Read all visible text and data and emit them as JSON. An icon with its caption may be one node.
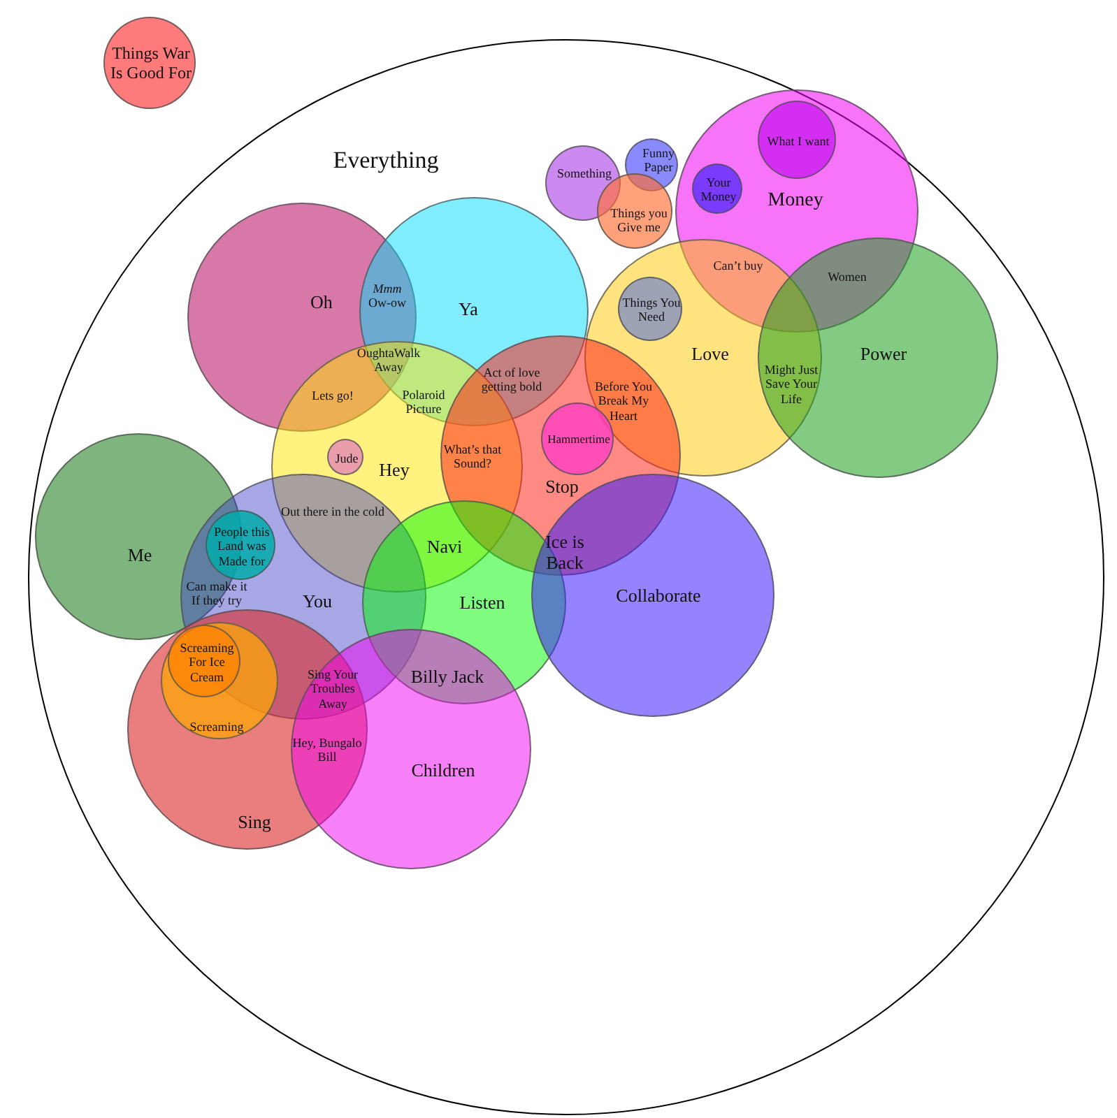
{
  "diagram": {
    "nodes": [
      {
        "text": [
          "Things War Is Good For"
        ]
      },
      {
        "text": [
          "Everything"
        ]
      },
      {
        "text": [
          "Money"
        ],
        "in": 1
      },
      {
        "text": [
          "What I want"
        ],
        "in": 2
      },
      {
        "text": [
          "Something"
        ],
        "in": 1
      },
      {
        "text": [
          "Funny Paper"
        ],
        "in": 1
      },
      {
        "text": [
          "Your Money"
        ],
        "in": 2
      },
      {
        "text": [
          "Things you Give me"
        ],
        "in": 1
      },
      {
        "text": [
          "Love"
        ],
        "in": 1
      },
      {
        "text": [
          "Things You Need"
        ],
        "in": 8
      },
      {
        "text": [
          "Power"
        ],
        "in": 1
      },
      {
        "text": [
          "Oh"
        ],
        "in": 1
      },
      {
        "text": [
          "Ya"
        ],
        "in": 1
      },
      {
        "text": [
          "Hey"
        ],
        "in": 1
      },
      {
        "text": [
          "Stop"
        ],
        "in": 1
      },
      {
        "text": [
          "Hammertime"
        ],
        "in": 14
      },
      {
        "text": [
          "Jude"
        ],
        "in": 13
      },
      {
        "text": [
          "Me"
        ],
        "in": 1
      },
      {
        "text": [
          "You"
        ],
        "in": 1
      },
      {
        "text": [
          "People this Land was Made for"
        ],
        "in": 18
      },
      {
        "text": [
          "Listen"
        ],
        "in": 1
      },
      {
        "text": [
          "Collaborate"
        ],
        "in": 1
      },
      {
        "text": [
          "Sing"
        ],
        "in": 1
      },
      {
        "text": [
          "Screaming"
        ],
        "in": 22
      },
      {
        "text": [
          "Screaming For Ice Cream"
        ],
        "in": 23
      },
      {
        "text": [
          "Children"
        ],
        "in": 1
      }
    ],
    "labels": [
      "Can’t buy",
      "Women",
      "*Mmm* Ow-ow",
      "OughtaWalk Away",
      "Might Just Save Your Life",
      "Act of love getting bold",
      "Lets go!",
      "Before You Break My Heart",
      "Polaroid Picture",
      "What’s that Sound?",
      "Out there in the cold",
      "Navi",
      "Ice is Back",
      "Can make it If they try",
      "Billy Jack",
      "Sing Your Troubles Away",
      "Hey, Bungalo Bill"
    ]
  }
}
